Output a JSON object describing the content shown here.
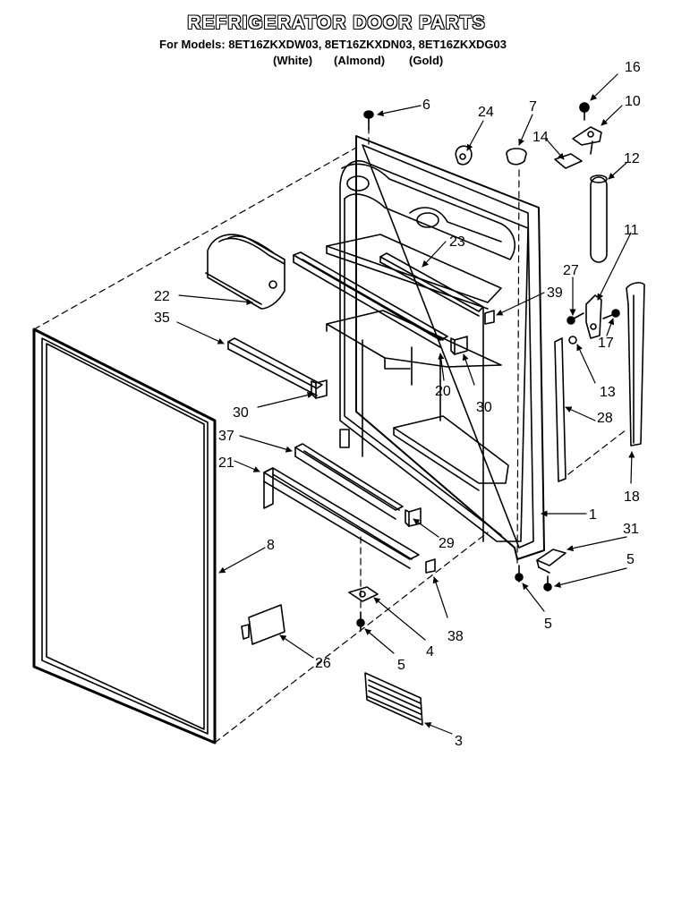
{
  "header": {
    "title": "REFRIGERATOR DOOR PARTS",
    "models_line": "For Models: 8ET16ZKXDW03, 8ET16ZKXDN03, 8ET16ZKXDG03",
    "finishes": [
      "(White)",
      "(Almond)",
      "(Gold)"
    ]
  },
  "callouts": {
    "c1": "1",
    "c3": "3",
    "c4": "4",
    "c5a": "5",
    "c5b": "5",
    "c5c": "5",
    "c6": "6",
    "c7": "7",
    "c8": "8",
    "c10": "10",
    "c11": "11",
    "c12": "12",
    "c13": "13",
    "c14": "14",
    "c16": "16",
    "c17": "17",
    "c18": "18",
    "c20": "20",
    "c21": "21",
    "c22": "22",
    "c23": "23",
    "c24": "24",
    "c26": "26",
    "c27": "27",
    "c28": "28",
    "c29": "29",
    "c30a": "30",
    "c30b": "30",
    "c31": "31",
    "c35": "35",
    "c37": "37",
    "c38": "38",
    "c39": "39"
  },
  "colors": {
    "ink": "#000000",
    "paper": "#ffffff"
  }
}
